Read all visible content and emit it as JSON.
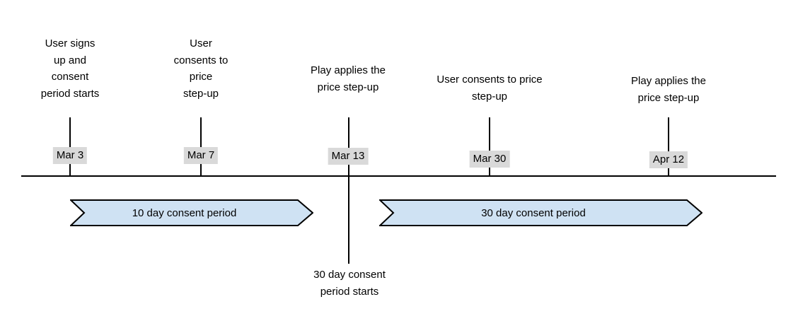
{
  "diagram": {
    "title_semantic": "price step-up consent period timeline",
    "colors": {
      "background": "#ffffff",
      "line": "#000000",
      "date_badge_bg": "#d9d9d9",
      "text": "#000000"
    },
    "events": [
      {
        "date": "Mar 3",
        "label": "User signs\nup and\nconsent\nperiod starts"
      },
      {
        "date": "Mar 7",
        "label": "User\nconsents to\nprice\nstep-up"
      },
      {
        "date": "Mar 13",
        "label": "Play applies the\nprice step-up",
        "note": "30 day consent\nperiod starts"
      },
      {
        "date": "Mar 30",
        "label": "User consents to price\nstep-up"
      },
      {
        "date": "Apr 12",
        "label": "Play applies the\nprice step-up"
      }
    ],
    "periods": [
      {
        "label": "10 day consent period",
        "fill": "#cfe2f3",
        "border": "#000000"
      },
      {
        "label": "30 day consent period",
        "fill": "#cfe2f3",
        "border": "#000000"
      }
    ]
  }
}
